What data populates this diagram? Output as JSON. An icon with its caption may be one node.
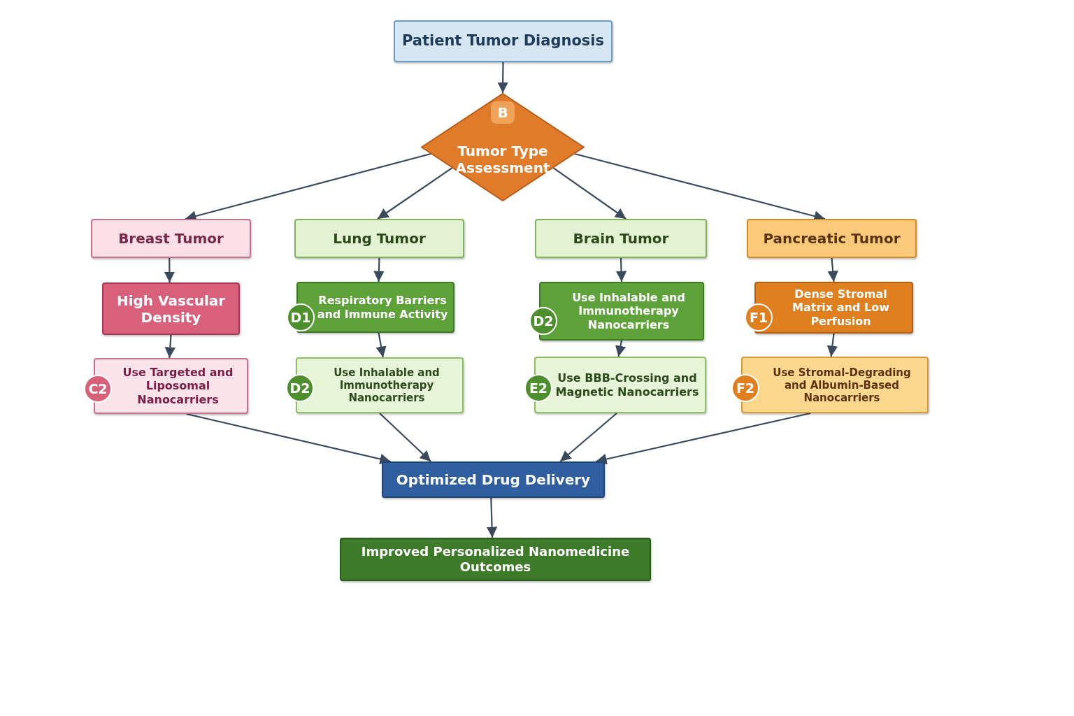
{
  "diagram": {
    "nodes": [
      {
        "text": [
          "Patient Tumor Diagnosis"
        ]
      },
      {
        "text": [
          "B",
          "Tumor Type Assessment"
        ]
      },
      {
        "text": [
          "Breast Tumor"
        ]
      },
      {
        "text": [
          "Lung Tumor"
        ]
      },
      {
        "text": [
          "Brain Tumor"
        ]
      },
      {
        "text": [
          "Pancreatic Tumor"
        ]
      },
      {
        "text": [
          "High Vascular Density"
        ]
      },
      {
        "text": [
          "D1",
          "Respiratory Barriers and Immune Activity"
        ]
      },
      {
        "text": [
          "D2",
          "Use Inhalable and Immunotherapy Nanocarriers"
        ]
      },
      {
        "text": [
          "F1",
          "Dense Stromal Matrix and Low Perfusion"
        ]
      },
      {
        "text": [
          "C2",
          "Use Targeted and Liposomal Nanocarriers"
        ]
      },
      {
        "text": [
          "D2",
          "Use Inhalable and Immunotherapy Nanocarriers"
        ]
      },
      {
        "text": [
          "E2",
          "Use BBB-Crossing and Magnetic Nanocarriers"
        ]
      },
      {
        "text": [
          "F2",
          "Use Stromal-Degrading and Albumin-Based Nanocarriers"
        ]
      },
      {
        "text": [
          "Optimized Drug Delivery"
        ]
      },
      {
        "text": [
          "Improved Personalized Nanomedicine Outcomes"
        ]
      }
    ],
    "edges": [
      {
        "from": 0,
        "to": 1,
        "arrow": "to"
      },
      {
        "from": 1,
        "to": 2,
        "arrow": "to"
      },
      {
        "from": 1,
        "to": 3,
        "arrow": "to"
      },
      {
        "from": 1,
        "to": 4,
        "arrow": "to"
      },
      {
        "from": 1,
        "to": 5,
        "arrow": "to"
      },
      {
        "from": 2,
        "to": 6,
        "arrow": "to"
      },
      {
        "from": 3,
        "to": 7,
        "arrow": "to"
      },
      {
        "from": 4,
        "to": 8,
        "arrow": "to"
      },
      {
        "from": 5,
        "to": 9,
        "arrow": "to"
      },
      {
        "from": 6,
        "to": 10,
        "arrow": "to"
      },
      {
        "from": 7,
        "to": 11,
        "arrow": "to"
      },
      {
        "from": 8,
        "to": 12,
        "arrow": "to"
      },
      {
        "from": 9,
        "to": 13,
        "arrow": "to"
      },
      {
        "from": 10,
        "to": 14,
        "arrow": "to"
      },
      {
        "from": 11,
        "to": 14,
        "arrow": "to"
      },
      {
        "from": 12,
        "to": 14,
        "arrow": "to"
      },
      {
        "from": 13,
        "to": 14,
        "arrow": "to"
      },
      {
        "from": 14,
        "to": 15,
        "arrow": "to"
      }
    ]
  }
}
